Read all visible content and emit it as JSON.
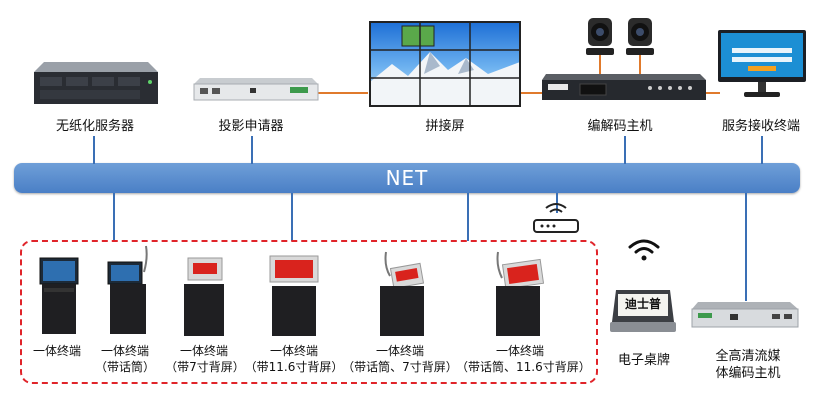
{
  "network": {
    "label": "NET"
  },
  "devices": {
    "paperless_server": "无纸化服务器",
    "projection_applicator": "投影申请器",
    "splice_screen": "拼接屏",
    "codec_host": "编解码主机",
    "service_receiver": "服务接收终端"
  },
  "terminals": [
    {
      "line1": "一体终端",
      "line2": ""
    },
    {
      "line1": "一体终端",
      "line2": "（带话筒）"
    },
    {
      "line1": "一体终端",
      "line2": "（带7寸背屏）"
    },
    {
      "line1": "一体终端",
      "line2": "（带11.6寸背屏）"
    },
    {
      "line1": "一体终端",
      "line2": "（带话筒、7寸背屏）"
    },
    {
      "line1": "一体终端",
      "line2": "（带话筒、11.6寸背屏）"
    }
  ],
  "nameplate": {
    "label": "电子桌牌",
    "screen_text": "迪士普"
  },
  "media_encoder": {
    "line1": "全高清流媒",
    "line2": "体编码主机"
  },
  "colors": {
    "net_bar": "#4a7fc6",
    "bus_line": "#3a6fb5",
    "video_link": "#e07a2c",
    "dashed_group": "#e0242a"
  },
  "icons": [
    "wifi-icon",
    "router-icon"
  ]
}
